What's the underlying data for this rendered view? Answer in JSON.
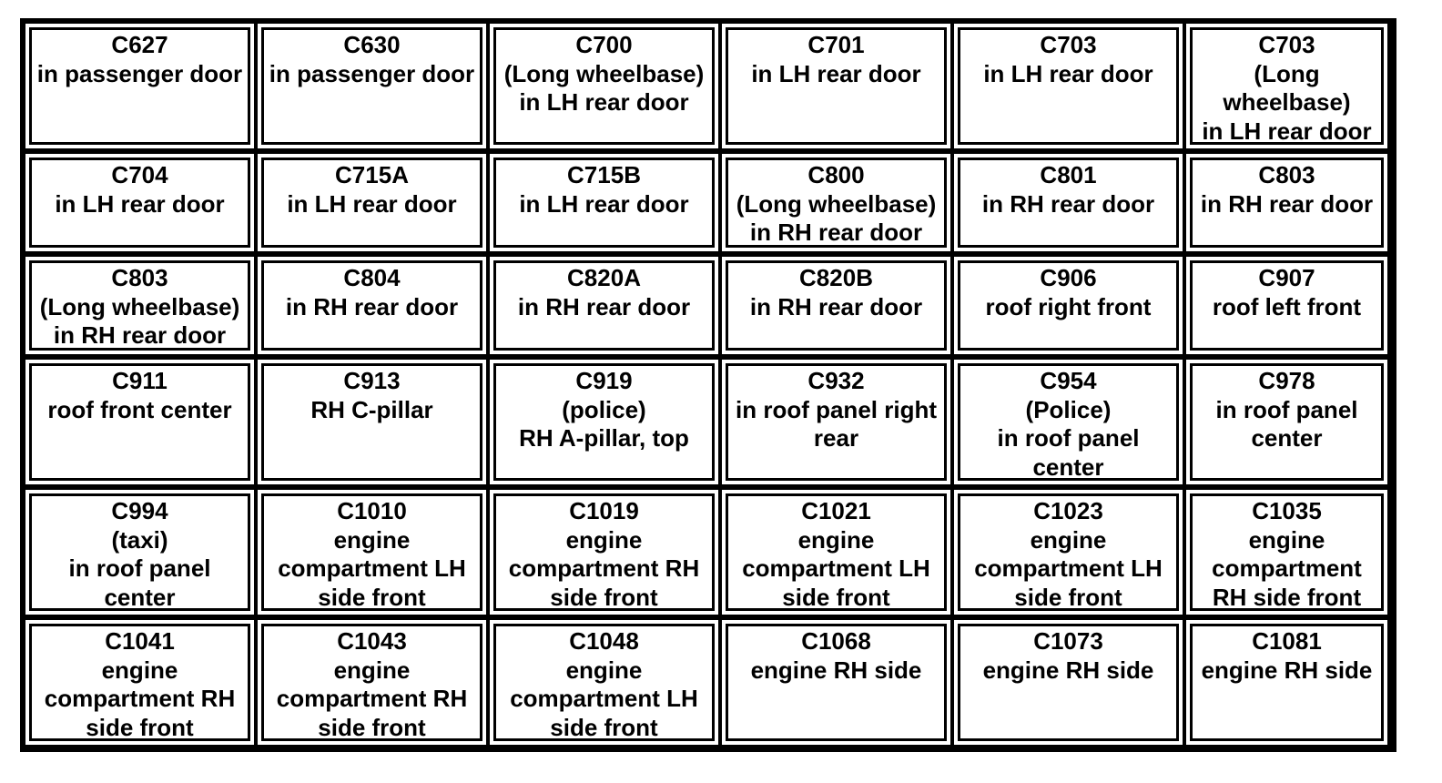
{
  "table": {
    "columns": 6,
    "cells": [
      {
        "code": "C627",
        "lines": [
          "in passenger door"
        ]
      },
      {
        "code": "C630",
        "lines": [
          "in passenger door"
        ]
      },
      {
        "code": "C700",
        "lines": [
          "(Long wheelbase)",
          "in LH rear door"
        ]
      },
      {
        "code": "C701",
        "lines": [
          "in LH rear door"
        ]
      },
      {
        "code": "C703",
        "lines": [
          "in LH rear door"
        ]
      },
      {
        "code": "C703",
        "lines": [
          "(Long",
          "wheelbase)",
          "in LH rear door"
        ]
      },
      {
        "code": "C704",
        "lines": [
          "in LH rear door"
        ]
      },
      {
        "code": "C715A",
        "lines": [
          "in LH rear door"
        ]
      },
      {
        "code": "C715B",
        "lines": [
          "in LH rear door"
        ]
      },
      {
        "code": "C800",
        "lines": [
          "(Long wheelbase)",
          "in RH rear door"
        ]
      },
      {
        "code": "C801",
        "lines": [
          "in RH rear door"
        ]
      },
      {
        "code": "C803",
        "lines": [
          "in RH rear door"
        ]
      },
      {
        "code": "C803",
        "lines": [
          "(Long wheelbase)",
          "in RH rear door"
        ]
      },
      {
        "code": "C804",
        "lines": [
          "in RH rear door"
        ]
      },
      {
        "code": "C820A",
        "lines": [
          "in RH rear door"
        ]
      },
      {
        "code": "C820B",
        "lines": [
          "in RH rear door"
        ]
      },
      {
        "code": "C906",
        "lines": [
          "roof right front"
        ]
      },
      {
        "code": "C907",
        "lines": [
          "roof left front"
        ]
      },
      {
        "code": "C911",
        "lines": [
          "roof front center"
        ]
      },
      {
        "code": "C913",
        "lines": [
          "RH C-pillar"
        ]
      },
      {
        "code": "C919",
        "lines": [
          "(police)",
          "RH A-pillar, top"
        ]
      },
      {
        "code": "C932",
        "lines": [
          "in roof panel right",
          "rear"
        ]
      },
      {
        "code": "C954",
        "lines": [
          "(Police)",
          "in roof panel",
          "center"
        ]
      },
      {
        "code": "C978",
        "lines": [
          "in roof panel",
          "center"
        ]
      },
      {
        "code": "C994",
        "lines": [
          "(taxi)",
          "in roof panel",
          "center"
        ]
      },
      {
        "code": "C1010",
        "lines": [
          "engine",
          "compartment LH",
          "side front"
        ]
      },
      {
        "code": "C1019",
        "lines": [
          "engine",
          "compartment RH",
          "side front"
        ]
      },
      {
        "code": "C1021",
        "lines": [
          "engine",
          "compartment LH",
          "side front"
        ]
      },
      {
        "code": "C1023",
        "lines": [
          "engine",
          "compartment LH",
          "side front"
        ]
      },
      {
        "code": "C1035",
        "lines": [
          "engine",
          "compartment",
          "RH side front"
        ]
      },
      {
        "code": "C1041",
        "lines": [
          "engine",
          "compartment RH",
          "side front"
        ]
      },
      {
        "code": "C1043",
        "lines": [
          "engine",
          "compartment RH",
          "side front"
        ]
      },
      {
        "code": "C1048",
        "lines": [
          "engine",
          "compartment LH",
          "side front"
        ]
      },
      {
        "code": "C1068",
        "lines": [
          "engine RH side"
        ]
      },
      {
        "code": "C1073",
        "lines": [
          "engine RH side"
        ]
      },
      {
        "code": "C1081",
        "lines": [
          "engine RH side"
        ]
      }
    ]
  }
}
